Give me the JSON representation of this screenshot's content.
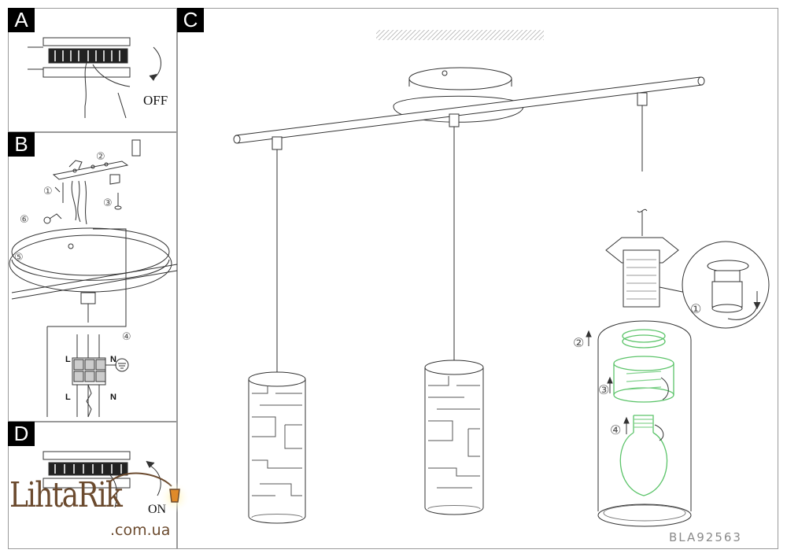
{
  "panels": {
    "a": {
      "letter": "A",
      "switch_label": "OFF"
    },
    "b": {
      "letter": "B",
      "steps": [
        "①",
        "②",
        "③",
        "④",
        "⑤",
        "⑥"
      ],
      "terminal_top": {
        "left": "L",
        "right": "N"
      },
      "terminal_bottom": {
        "left": "L",
        "right": "N"
      }
    },
    "c": {
      "letter": "C",
      "steps": [
        "①",
        "②",
        "③",
        "④"
      ],
      "model": "BLA92563"
    },
    "d": {
      "letter": "D",
      "switch_label": "ON"
    }
  },
  "watermark": {
    "logo": "LihtaRik",
    "domain": ".com.ua"
  },
  "colors": {
    "ink": "#333333",
    "bulb": "#5cc46a",
    "watermark": "#6b4a2e",
    "lamp_glow": "#ffd27a"
  }
}
